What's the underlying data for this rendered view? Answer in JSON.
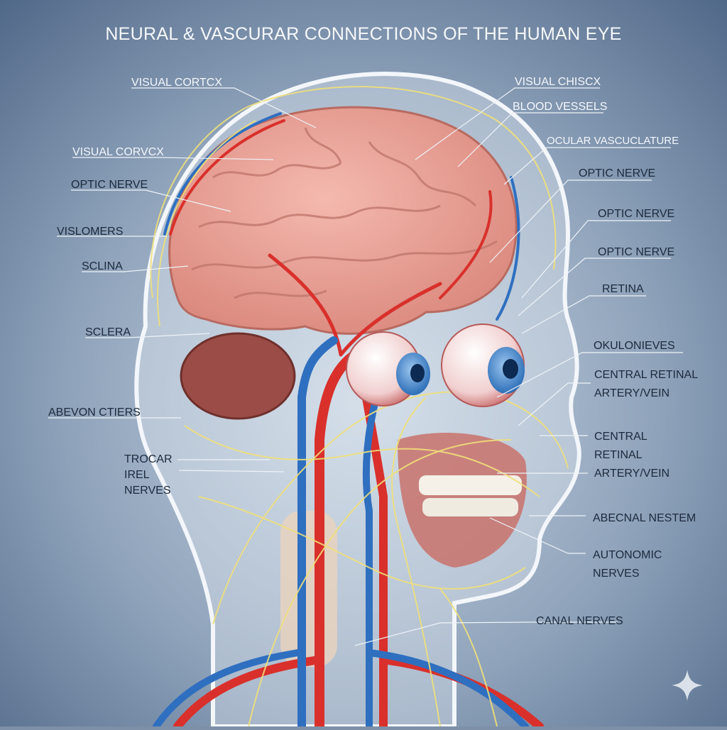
{
  "title": "NEURAL & VASCURAR CONNECTIONS OF THE HUMAN EYE",
  "colors": {
    "background_top": "#5f7696",
    "background_center": "#c4d2e0",
    "artery": "#d9302c",
    "vein": "#2f6fc0",
    "nerve": "#f0e07a",
    "brain": "#e8a397"
  },
  "left_labels": {
    "visual_cortcx": "VISUAL CORTCX",
    "visual_corvcx": "VISUAL CORVCX",
    "optic_nerve": "OPTIC NERVE",
    "vislomers": "VISLOMERS",
    "sclina": "SCLINA",
    "sclera": "SCLERA",
    "abevon_ctiers": "ABEVON CTIERS",
    "trocar_line1": "TROCAR",
    "trocar_line2": "IREL",
    "trocar_line3": "NERVES"
  },
  "right_labels": {
    "visual_chiscx": "VISUAL CHISCX",
    "blood_vessels": "BLOOD VESSELS",
    "ocular_vasculature": "OCULAR VASCUCLATURE",
    "optic_nerve_1": "OPTIC NERVE",
    "optic_nerve_2": "OPTIC NERVE",
    "optic_nerve_3": "OPTIC NERVE",
    "retina": "RETINA",
    "okulonieves": "OKULONIEVES",
    "central_retinal_1_line1": "CENTRAL RETINAL",
    "central_retinal_1_line2": "ARTERY/VEIN",
    "central_retinal_2_line1": "CENTRAL",
    "central_retinal_2_line2": "RETINAL",
    "central_retinal_2_line3": "ARTERY/VEIN",
    "abecnal_nestem": "ABECNAL NESTEM",
    "autonomic_line1": "AUTONOMIC",
    "autonomic_line2": "NERVES",
    "canal_nerves": "CANAL NERVES"
  }
}
